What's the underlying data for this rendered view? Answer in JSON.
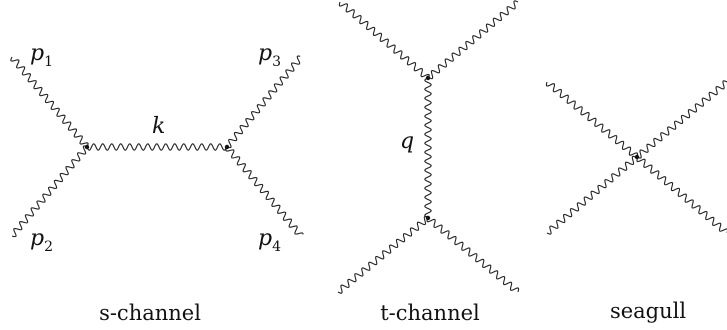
{
  "diagrams": {
    "s_channel": {
      "caption": "s-channel",
      "labels": {
        "p1": {
          "base": "p",
          "sub": "1"
        },
        "p2": {
          "base": "p",
          "sub": "2"
        },
        "p3": {
          "base": "p",
          "sub": "3"
        },
        "p4": {
          "base": "p",
          "sub": "4"
        },
        "k": "k"
      }
    },
    "t_channel": {
      "caption": "t-channel",
      "labels": {
        "q": "q"
      }
    },
    "seagull": {
      "caption": "seagull"
    }
  }
}
